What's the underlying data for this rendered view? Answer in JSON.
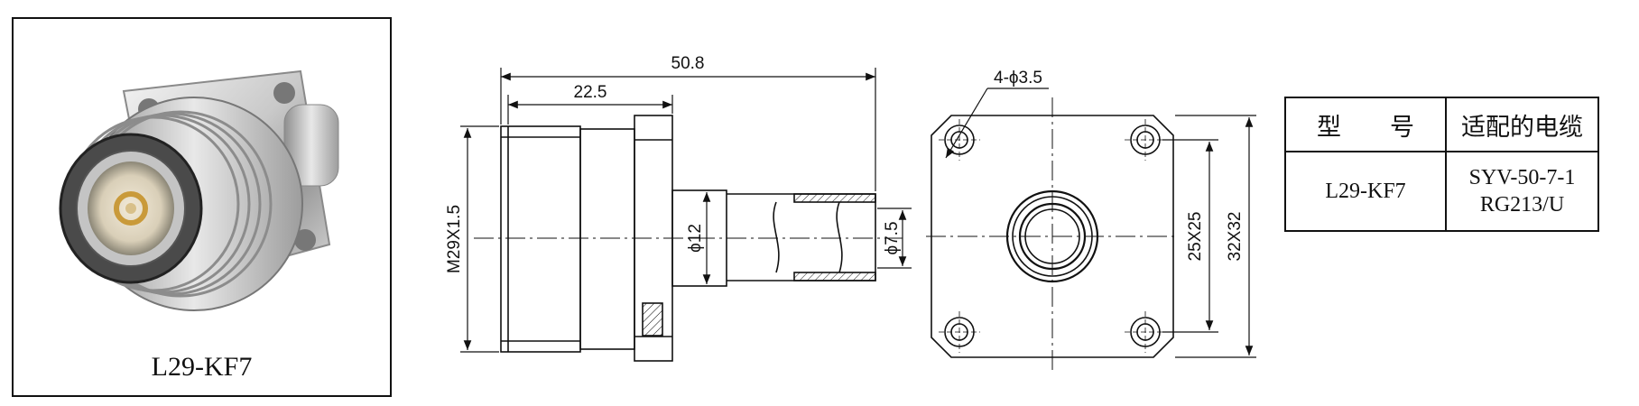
{
  "photo": {
    "caption": "L29-KF7"
  },
  "drawing": {
    "dims": {
      "overall_length": "50.8",
      "front_length": "22.5",
      "thread": "M29X1.5",
      "tube_dia": "ϕ12",
      "cable_dia": "ϕ7.5",
      "holes": "4-ϕ3.5",
      "hole_pitch": "25X25",
      "flange_size": "32X32"
    }
  },
  "table": {
    "headers": [
      "型　　号",
      "适配的电缆"
    ],
    "model": "L29-KF7",
    "cable_line1": "SYV-50-7-1",
    "cable_line2": "RG213/U"
  },
  "colors": {
    "line": "#111111",
    "metal_light": "#e9e9e9",
    "metal_mid": "#b8b8b8",
    "metal_dark": "#6f6f6f",
    "gold": "#c99a3a"
  }
}
